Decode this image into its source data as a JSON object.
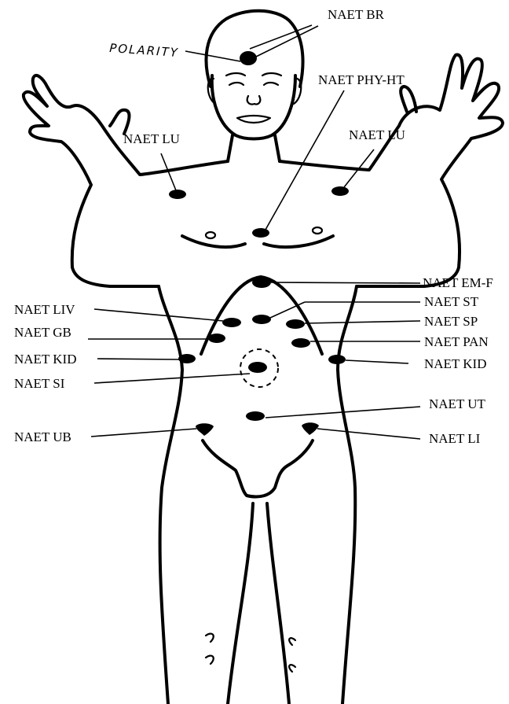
{
  "labels": {
    "br": "NAET BR",
    "polarity": "POLARITY",
    "phy_ht": "NAET PHY-HT",
    "lu_left": "NAET LU",
    "lu_right": "NAET LU",
    "em": "NAET EM-F",
    "liv": "NAET LIV",
    "st": "NAET ST",
    "sp": "NAET SP",
    "gb": "NAET GB",
    "pan": "NAET PAN",
    "kid_left": "NAET KID",
    "kid_right": "NAET KID",
    "si": "NAET SI",
    "ut": "NAET UT",
    "ub": "NAET UB",
    "li": "NAET LI"
  }
}
